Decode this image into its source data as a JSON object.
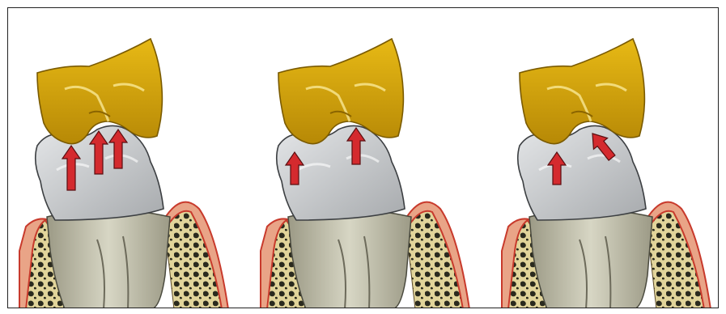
{
  "figure": {
    "panels": [
      {
        "id": "panel-1",
        "arrows": 3
      },
      {
        "id": "panel-2",
        "arrows": 2
      },
      {
        "id": "panel-3",
        "arrows": 2
      }
    ],
    "colors": {
      "upper_crown": "#e7b915",
      "upper_crown_shadow": "#b78906",
      "enamel": "#a7aaad",
      "enamel_light": "#e4e6e8",
      "root": "#9c9a86",
      "root_light": "#d7d6c4",
      "gingiva": "#e9a487",
      "gingiva_edge": "#c83a2c",
      "bone": "#e1d49a",
      "arrow": "#d42a2e",
      "border": "#222222"
    },
    "icons": [
      "upper-tooth",
      "lower-molar",
      "gingiva",
      "alveolar-bone",
      "force-arrow"
    ]
  }
}
